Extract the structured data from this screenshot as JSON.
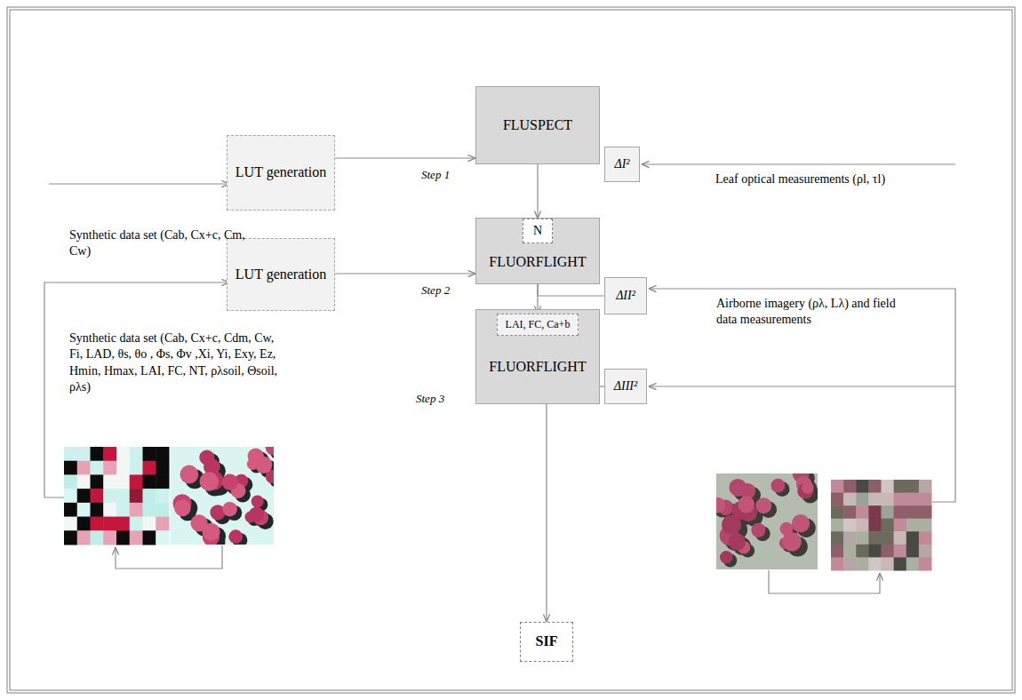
{
  "diagram": {
    "nodes": [
      {
        "text": [
          "LUT generation"
        ]
      },
      {
        "text": [
          "FLUSPECT"
        ]
      },
      {
        "text": [
          "ΔI²"
        ]
      },
      {
        "text": [
          "LUT generation"
        ]
      },
      {
        "text": [
          "FLUORFLIGHT"
        ]
      },
      {
        "text": [
          "N"
        ],
        "in": 4
      },
      {
        "text": [
          "ΔII²"
        ]
      },
      {
        "text": [
          "FLUORFLIGHT"
        ]
      },
      {
        "text": [
          "LAI, FC, Ca+b"
        ],
        "in": 7
      },
      {
        "text": [
          "ΔIII²"
        ]
      },
      {
        "text": [
          "SIF"
        ]
      }
    ],
    "edges": [
      {
        "from": 0,
        "to": 1,
        "arrow": "to"
      },
      {
        "from": 3,
        "to": 4,
        "arrow": "to"
      },
      {
        "from": 1,
        "to": 5,
        "arrow": "to"
      },
      {
        "from": 4,
        "to": 8,
        "arrow": "to"
      },
      {
        "from": 6,
        "to": 4,
        "arrow": "none"
      },
      {
        "from": 9,
        "to": 7,
        "arrow": "none"
      },
      {
        "from": 7,
        "to": 10,
        "arrow": "to"
      }
    ],
    "labels": [
      "Synthetic data set (Cab, Cx+c, Cm, Cw)",
      "Synthetic data set (Cab, Cx+c, Cdm, Cw, Fi, LAD, θs, θo , Φs, Φv ,Xi, Yi, Exy, Ez, Hmin, Hmax, LAI, FC, NT, ρλsoil, Θsoil, ρλs)",
      "Step 1",
      "Step 2",
      "Step 3",
      "Leaf optical measurements (ρl, τl)",
      "Airborne imagery (ρλ, Lλ) and field data measurements"
    ]
  }
}
